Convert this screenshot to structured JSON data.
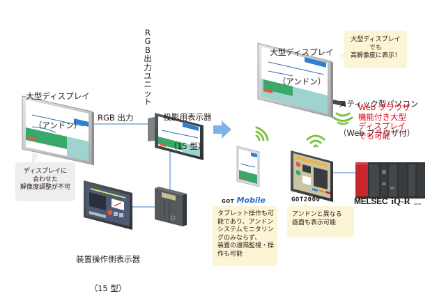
{
  "diagram": {
    "left_display": {
      "title_line1": "大型ディスプレイ",
      "title_line2": "（アンドン）",
      "note": "ディスプレイに\n合わせた\n解像度調整が不可"
    },
    "rgb_output_label": "RGB 出力",
    "rgb_unit_label": "RGB\n出力ユニット",
    "rgb_unit_chars": [
      "R",
      "G",
      "B",
      "出",
      "力",
      "ユ",
      "ニ",
      "ッ",
      "ト"
    ],
    "projection_display": {
      "title_line1": "投影用表示器",
      "title_line2": "（15 型）"
    },
    "operation_display": {
      "title_line1": "装置操作側表示器",
      "title_line2": "（15 型）"
    },
    "right_display": {
      "title_line1": "大型ディスプレイ",
      "title_line2": "（アンドン）",
      "note": "大型ディスプレイ\nでも\n高解像度に表示！"
    },
    "stick_pc": {
      "line1": "スティック型パソコン",
      "line2": "（Web ブラウザ付）"
    },
    "web_browser_note": {
      "text": "Web ブラウザ\n機能付き大型\nディスプレイ\nでも可能",
      "color": "#e60012"
    },
    "got_mobile": {
      "logo_prefix": "GOT",
      "logo_suffix": "Mobile",
      "note": "タブレット操作も可\n能であり、アンドン\nシステムモニタリン\nグのみならず、\n装置の遠隔監視・操\n作も可能"
    },
    "got2000": {
      "logo": "GOT2000",
      "note": "アンドンと異なる\n画面も表示可能"
    },
    "melsec": {
      "logo_main": "MELSEC",
      "logo_iq": "iQ-R",
      "logo_sub": "series"
    },
    "colors": {
      "connector_line": "#9dbde6",
      "arrow": "#7fb2e5",
      "wifi": "#7cc242",
      "bubble_gray": "#eeeeee",
      "bubble_yellow": "#fbf5d6",
      "accent_red": "#e60012",
      "got_mobile_blue": "#2b6fc0"
    }
  }
}
